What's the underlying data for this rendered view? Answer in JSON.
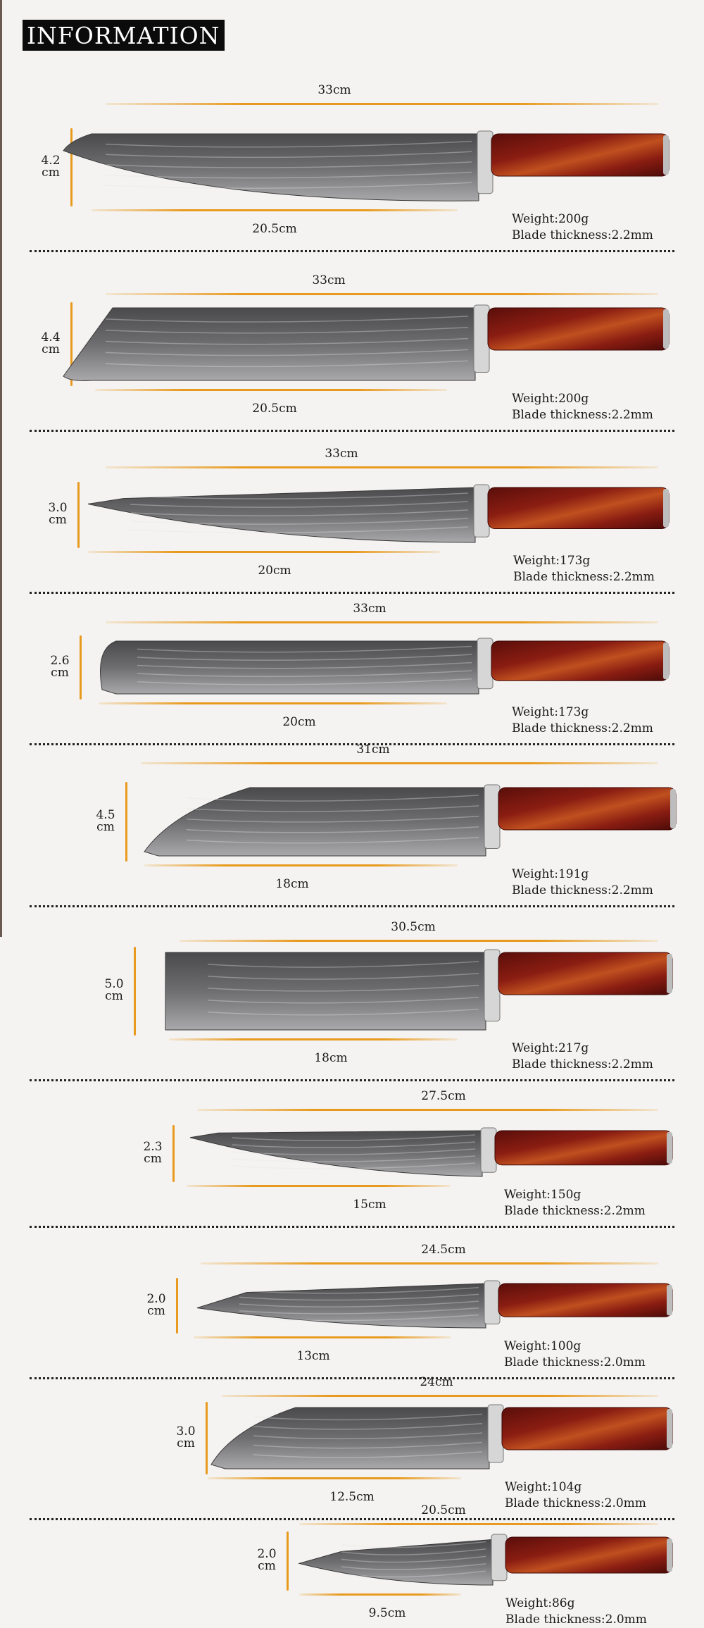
{
  "header": {
    "title": "INFORMATION"
  },
  "colors": {
    "dimension_line": "#e89a1e",
    "handle": "#8a1d12",
    "blade": "#6e6e70",
    "background": "#f4f3f1"
  },
  "labels": {
    "weight_prefix": "Weight:",
    "thickness_prefix": "Blade thickness:"
  },
  "knives": [
    {
      "total_length": "33cm",
      "blade_length": "20.5cm",
      "blade_height": [
        "4.2",
        "cm"
      ],
      "weight": "200g",
      "thickness": "2.2mm",
      "shape": "chef"
    },
    {
      "total_length": "33cm",
      "blade_length": "20.5cm",
      "blade_height": [
        "4.4",
        "cm"
      ],
      "weight": "200g",
      "thickness": "2.2mm",
      "shape": "kiritsuke"
    },
    {
      "total_length": "33cm",
      "blade_length": "20cm",
      "blade_height": [
        "3.0",
        "cm"
      ],
      "weight": "173g",
      "thickness": "2.2mm",
      "shape": "slicer"
    },
    {
      "total_length": "33cm",
      "blade_length": "20cm",
      "blade_height": [
        "2.6",
        "cm"
      ],
      "weight": "173g",
      "thickness": "2.2mm",
      "shape": "bread"
    },
    {
      "total_length": "31cm",
      "blade_length": "18cm",
      "blade_height": [
        "4.5",
        "cm"
      ],
      "weight": "191g",
      "thickness": "2.2mm",
      "shape": "santoku"
    },
    {
      "total_length": "30.5cm",
      "blade_length": "18cm",
      "blade_height": [
        "5.0",
        "cm"
      ],
      "weight": "217g",
      "thickness": "2.2mm",
      "shape": "nakiri"
    },
    {
      "total_length": "27.5cm",
      "blade_length": "15cm",
      "blade_height": [
        "2.3",
        "cm"
      ],
      "weight": "150g",
      "thickness": "2.2mm",
      "shape": "boning"
    },
    {
      "total_length": "24.5cm",
      "blade_length": "13cm",
      "blade_height": [
        "2.0",
        "cm"
      ],
      "weight": "100g",
      "thickness": "2.0mm",
      "shape": "utility"
    },
    {
      "total_length": "24cm",
      "blade_length": "12.5cm",
      "blade_height": [
        "3.0",
        "cm"
      ],
      "weight": "104g",
      "thickness": "2.0mm",
      "shape": "small-santoku"
    },
    {
      "total_length": "20.5cm",
      "blade_length": "9.5cm",
      "blade_height": [
        "2.0",
        "cm"
      ],
      "weight": "86g",
      "thickness": "2.0mm",
      "shape": "paring"
    }
  ]
}
